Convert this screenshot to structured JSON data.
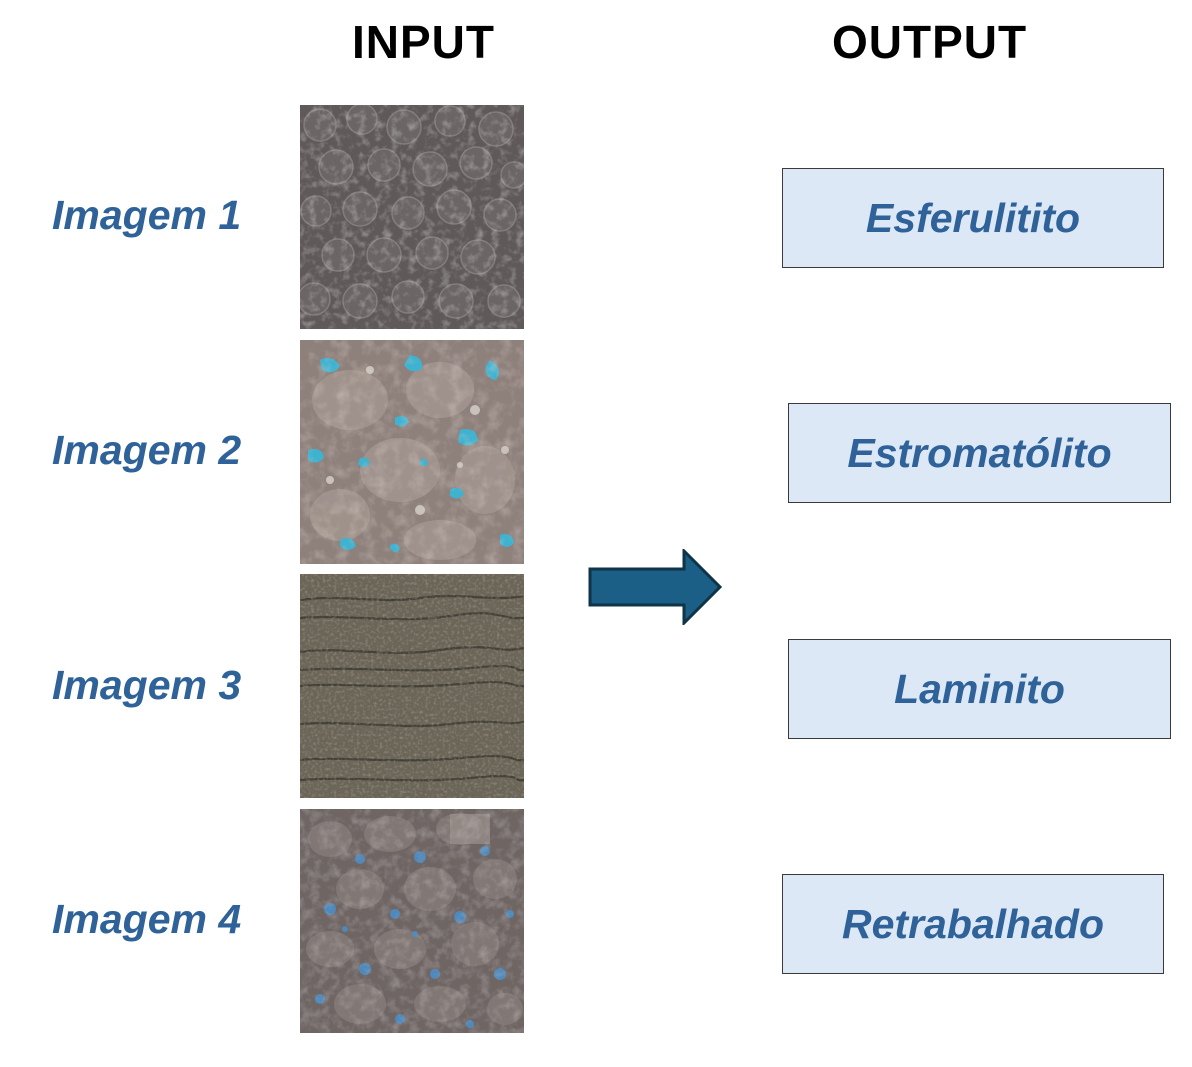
{
  "headers": {
    "input": "INPUT",
    "output": "OUTPUT"
  },
  "inputs": [
    {
      "label": "Imagem 1",
      "texture": "spherulitic-gray"
    },
    {
      "label": "Imagem 2",
      "texture": "stromatolite-blue-pores"
    },
    {
      "label": "Imagem 3",
      "texture": "laminated-brown"
    },
    {
      "label": "Imagem 4",
      "texture": "reworked-blue-pores"
    }
  ],
  "outputs": [
    {
      "label": "Esferulitito"
    },
    {
      "label": "Estromatólito"
    },
    {
      "label": "Laminito"
    },
    {
      "label": "Retrabalhado"
    }
  ],
  "colors": {
    "label_blue": "#2E6299",
    "box_fill": "#DDE8F6",
    "arrow_fill": "#1B5E86",
    "arrow_stroke": "#0F3347"
  },
  "arrow_icon": "right-arrow-icon"
}
